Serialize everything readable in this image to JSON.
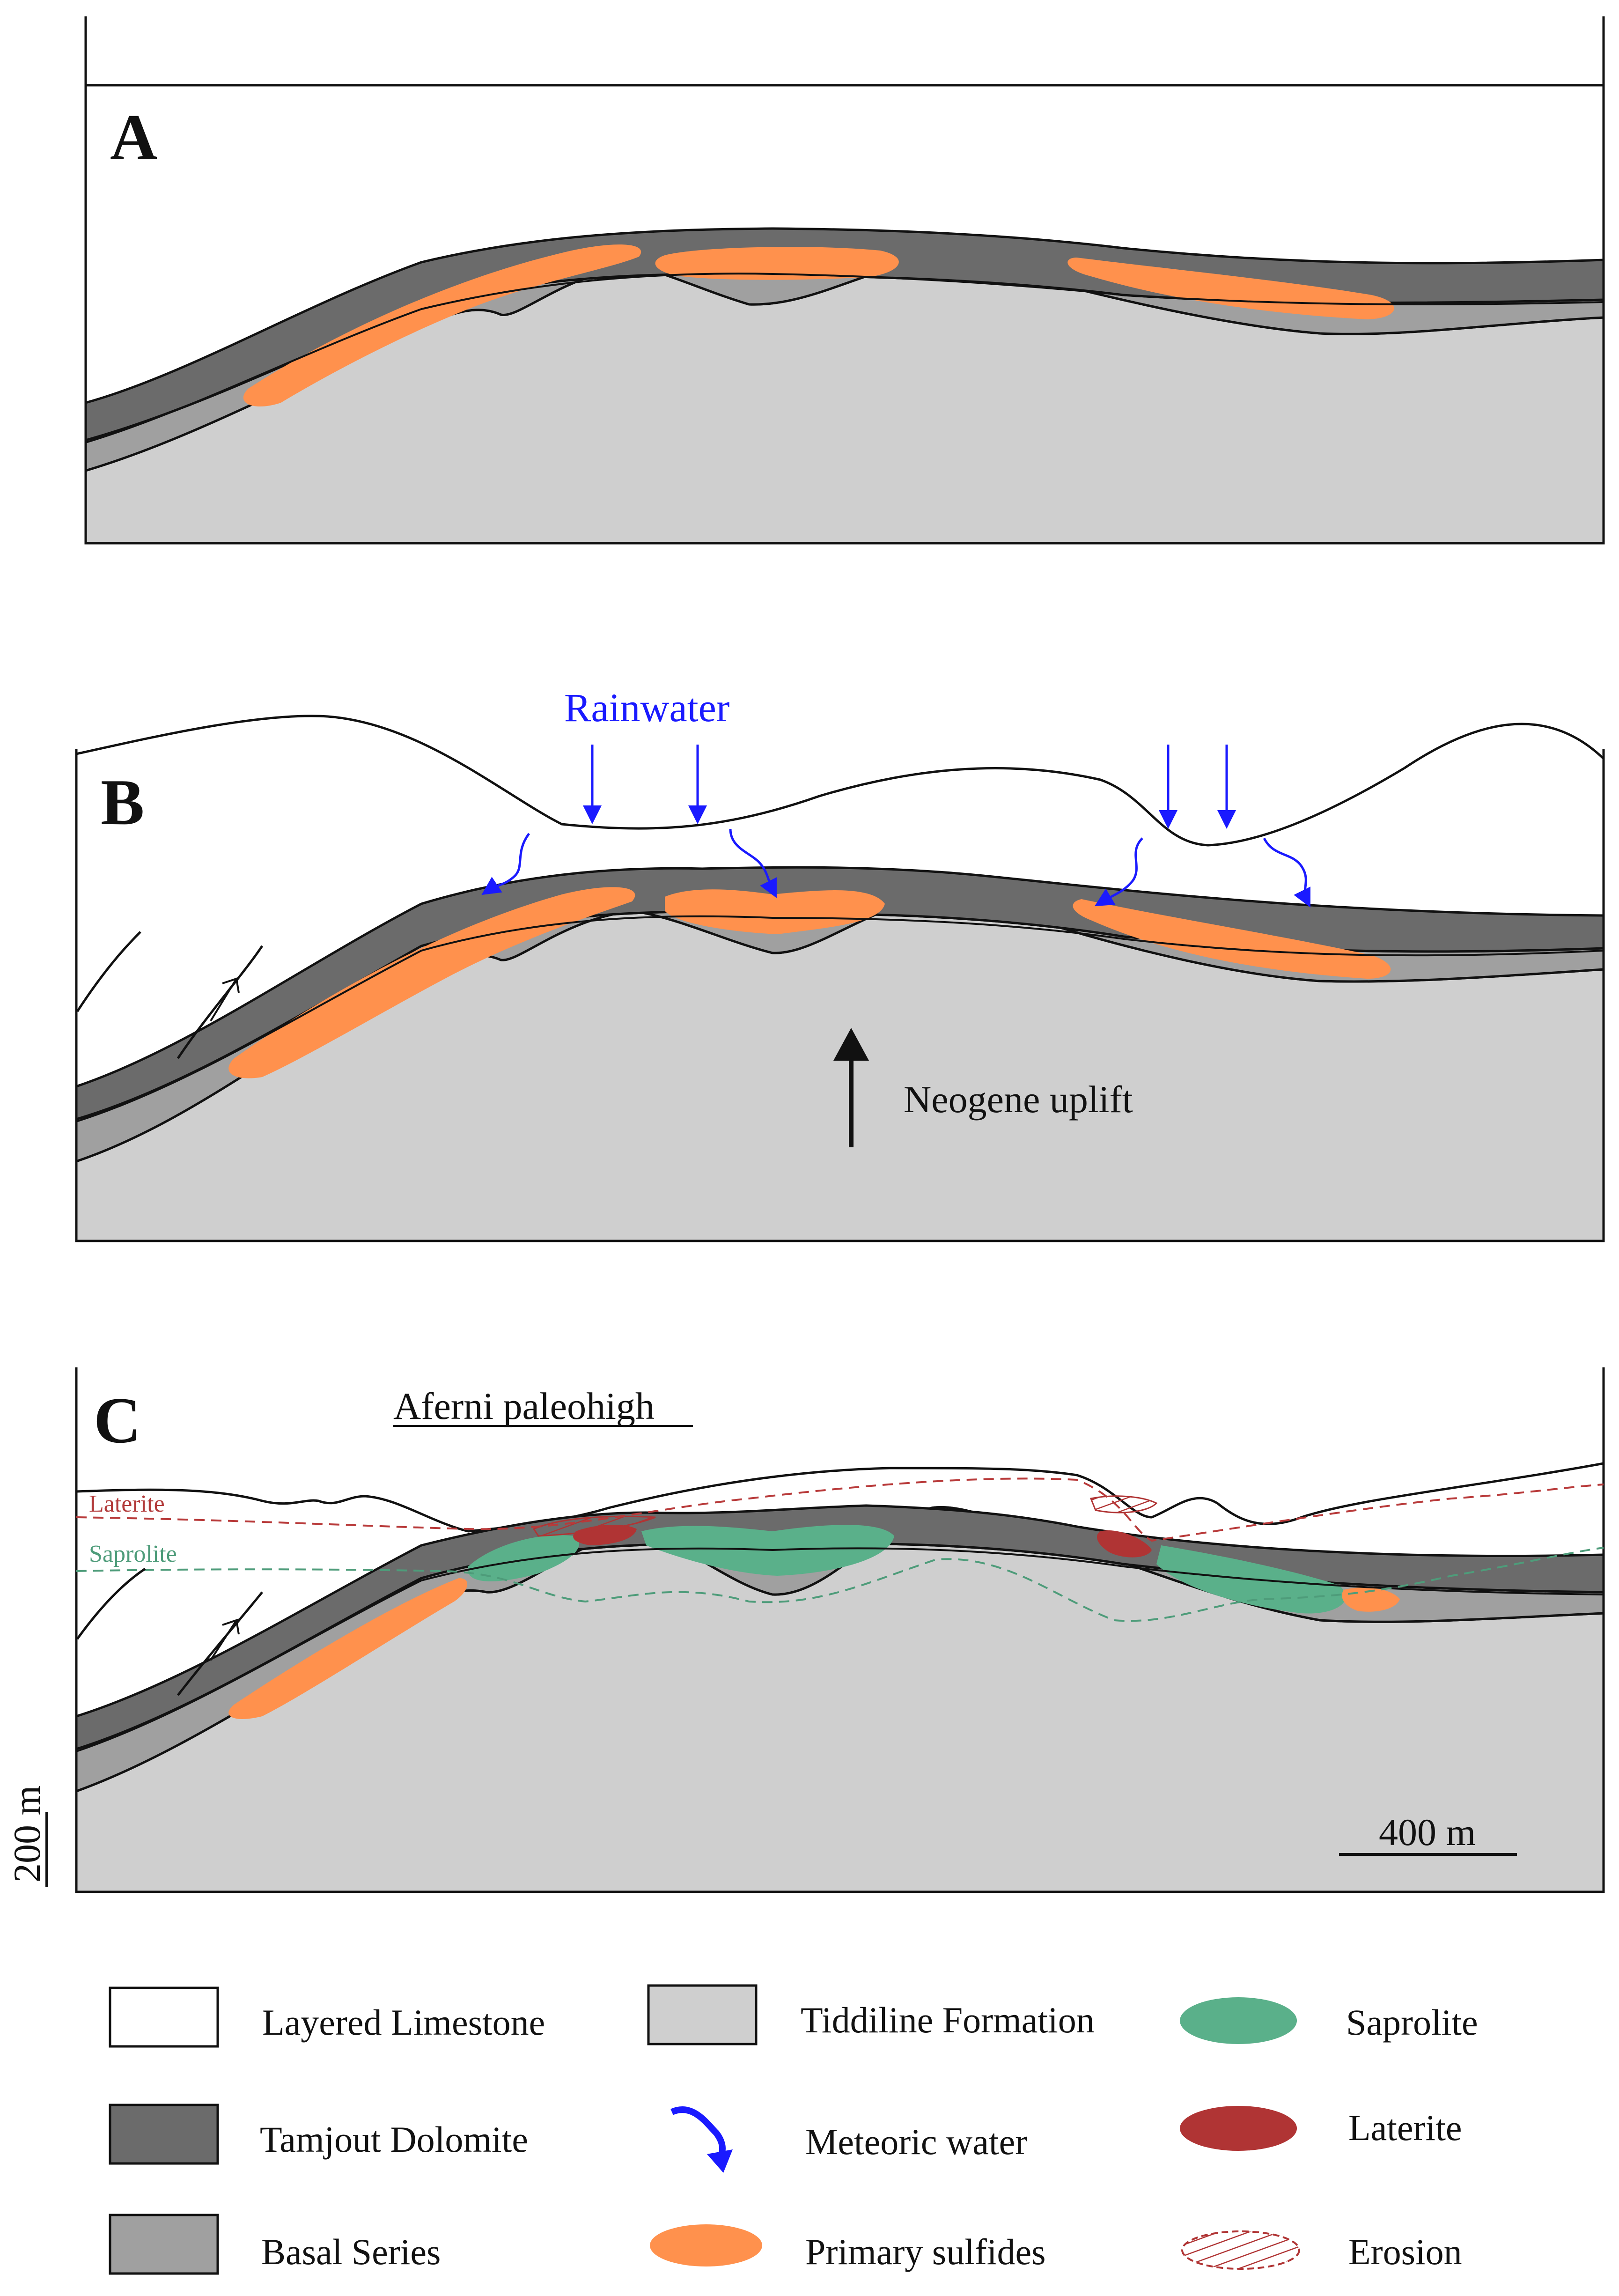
{
  "colors": {
    "limestone": "#ffffff",
    "dolomite": "#6b6b6b",
    "basal": "#a0a0a0",
    "tiddiline": "#cfcfcf",
    "sulfides": "#ff914d",
    "saprolite": "#5ab08a",
    "laterite": "#b03434",
    "meteoric": "#1a1aff",
    "laterite_line": "#b83a3a",
    "saprolite_line": "#4e9c7a"
  },
  "panels": {
    "a": {
      "letter": "A"
    },
    "b": {
      "letter": "B",
      "rainwater": "Rainwater",
      "uplift": "Neogene uplift"
    },
    "c": {
      "letter": "C",
      "title": "Aferni paleohigh",
      "laterite_tag": "Laterite",
      "saprolite_tag": "Saprolite",
      "scale_vertical": "200 m",
      "scale_horizontal": "400 m"
    }
  },
  "legend": [
    {
      "label": "Layered Limestone",
      "icon": "white-box"
    },
    {
      "label": "Tiddiline Formation",
      "icon": "light-grey-box"
    },
    {
      "label": "Saprolite",
      "icon": "green-ellipse"
    },
    {
      "label": "Tamjout Dolomite",
      "icon": "dark-grey-box"
    },
    {
      "label": "Meteoric water",
      "icon": "blue-wavy-arrow"
    },
    {
      "label": "Laterite",
      "icon": "red-ellipse"
    },
    {
      "label": "Basal Series",
      "icon": "mid-grey-box"
    },
    {
      "label": "Primary sulfides",
      "icon": "orange-ellipse"
    },
    {
      "label": "Erosion",
      "icon": "hatched-ellipse"
    }
  ]
}
